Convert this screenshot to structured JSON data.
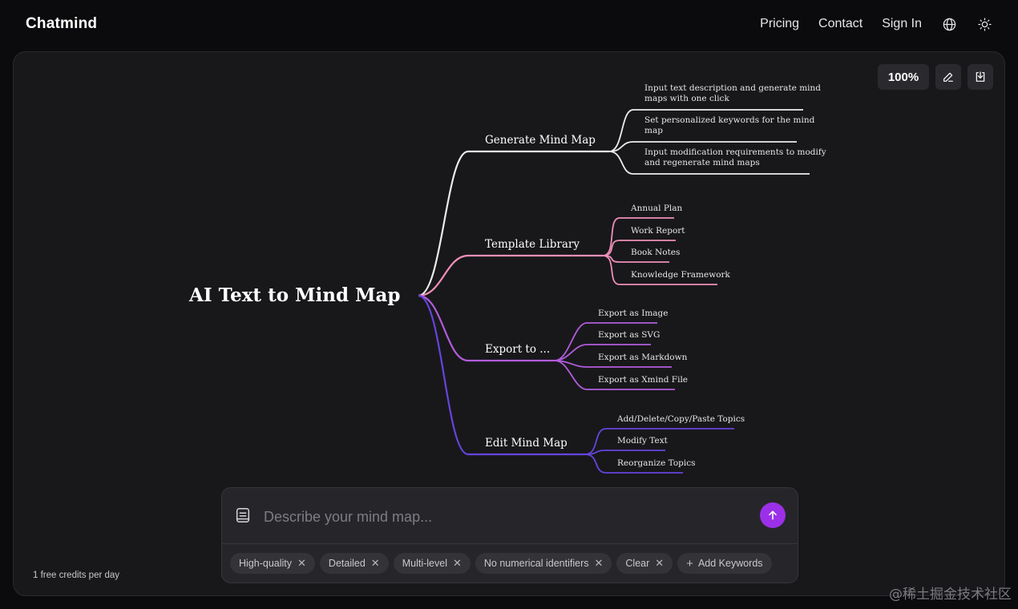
{
  "app": {
    "logo": "Chatmind"
  },
  "nav": {
    "items": [
      "Pricing",
      "Contact",
      "Sign In"
    ],
    "icons": [
      "globe-icon",
      "sun-icon"
    ]
  },
  "toolbar": {
    "zoom": "100%",
    "icons": [
      "pencil-icon",
      "download-icon"
    ]
  },
  "mindmap": {
    "root": "AI Text to Mind Map",
    "colors": [
      "#ececec",
      "#ee8fb8",
      "#b15cdc",
      "#6644dd"
    ],
    "branches": [
      {
        "label": "Generate Mind Map",
        "leaves": [
          [
            "Input text description and generate mind",
            "maps with one click"
          ],
          [
            "Set personalized keywords for the mind",
            "map"
          ],
          [
            "Input modification requirements to modify",
            "and regenerate mind maps"
          ]
        ]
      },
      {
        "label": "Template Library",
        "leaves": [
          [
            "Annual Plan"
          ],
          [
            "Work Report"
          ],
          [
            "Book Notes"
          ],
          [
            "Knowledge Framework"
          ]
        ]
      },
      {
        "label": "Export to ...",
        "leaves": [
          [
            "Export as Image"
          ],
          [
            "Export as SVG"
          ],
          [
            "Export as Markdown"
          ],
          [
            "Export as Xmind File"
          ]
        ]
      },
      {
        "label": "Edit Mind Map",
        "leaves": [
          [
            "Add/Delete/Copy/Paste Topics"
          ],
          [
            "Modify Text"
          ],
          [
            "Reorganize Topics"
          ]
        ]
      }
    ]
  },
  "composer": {
    "placeholder": "Describe your mind map...",
    "keywords": [
      "High-quality",
      "Detailed",
      "Multi-level",
      "No numerical identifiers",
      "Clear"
    ],
    "add_keywords": "Add Keywords",
    "accent": "#9b30e8"
  },
  "footer": {
    "credits": "1 free credits per day"
  },
  "watermark": "@稀土掘金技术社区"
}
